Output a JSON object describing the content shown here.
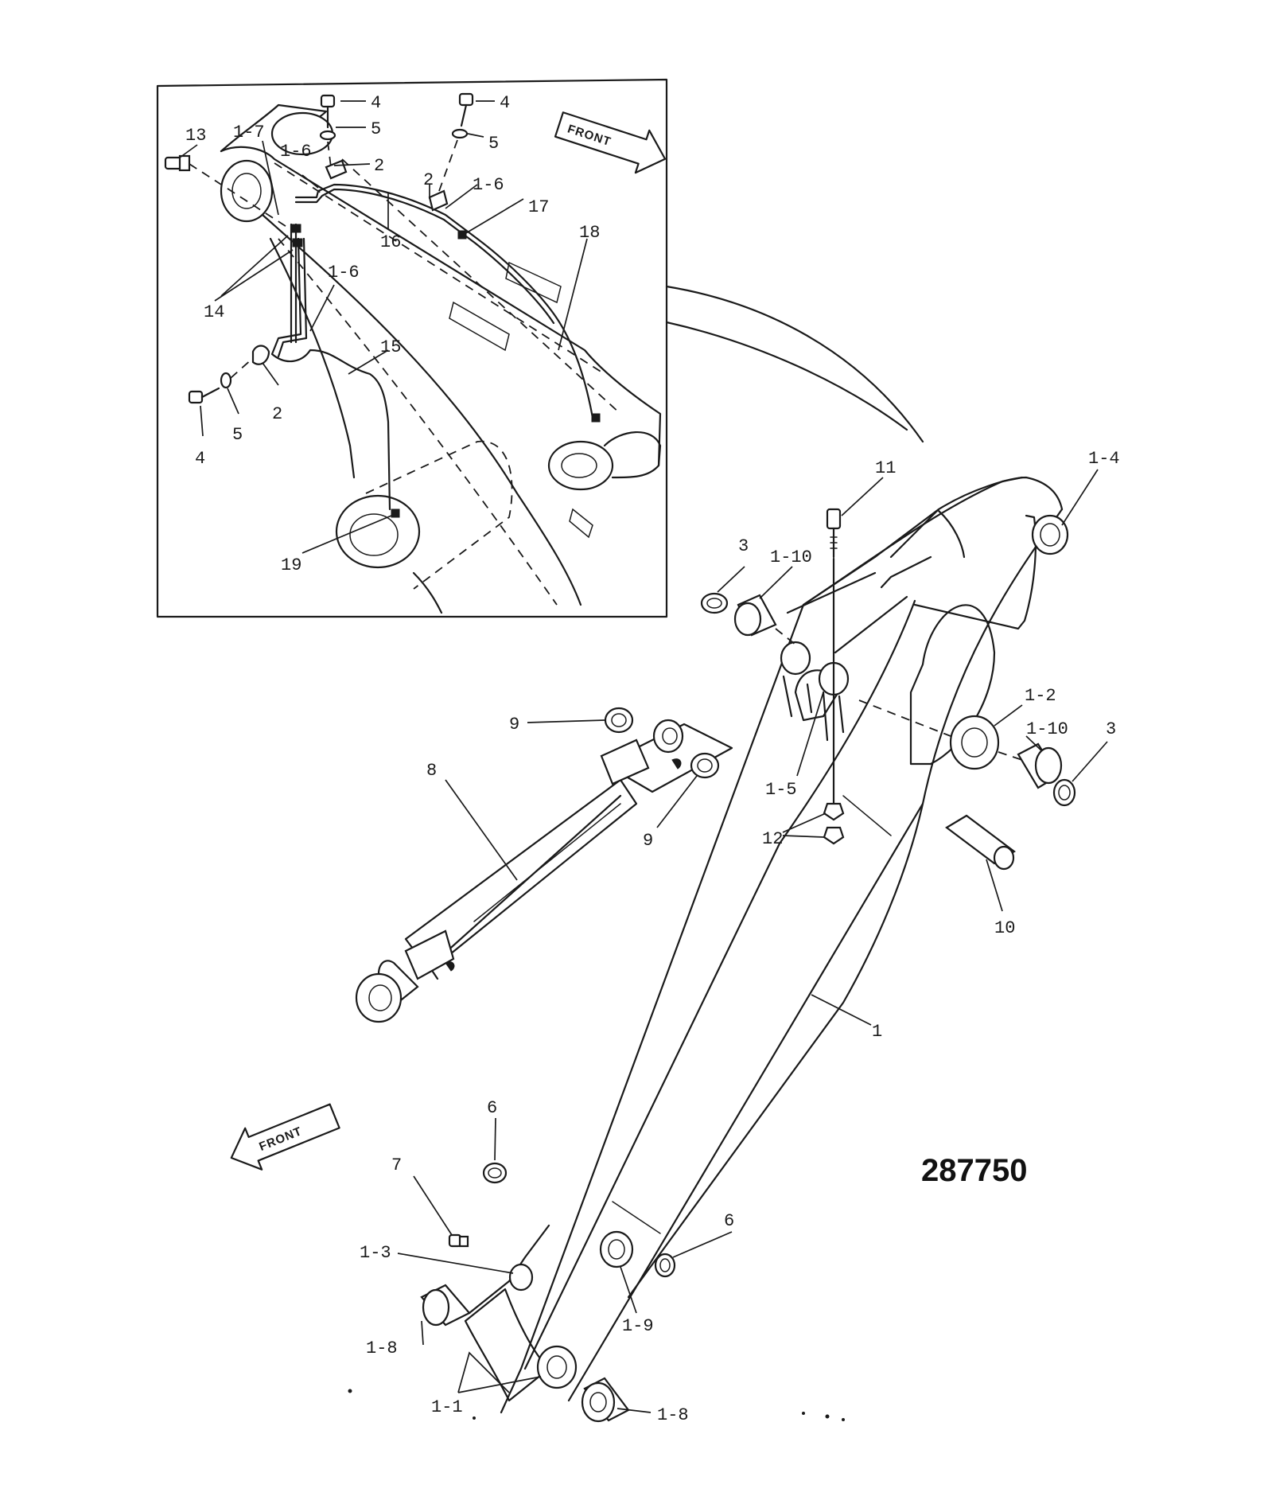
{
  "drawing_number": "287750",
  "direction_labels": {
    "inset": "FRONT",
    "main": "FRONT"
  },
  "callouts": {
    "c4a": "4",
    "c5a": "5",
    "c4b": "4",
    "c5b": "5",
    "c13": "13",
    "c1_7": "1-7",
    "c1_6a": "1-6",
    "c2a": "2",
    "c2b": "2",
    "c1_6b": "1-6",
    "c17": "17",
    "c16": "16",
    "c18": "18",
    "c14": "14",
    "c1_6c": "1-6",
    "c15": "15",
    "c4c": "4",
    "c5c": "5",
    "c2c": "2",
    "c19": "19",
    "c11": "11",
    "c1_4": "1-4",
    "c3a": "3",
    "c1_10a": "1-10",
    "c1_2": "1-2",
    "c1_10b": "1-10",
    "c3b": "3",
    "c9a": "9",
    "c9b": "9",
    "c8": "8",
    "c1_5": "1-5",
    "c12": "12",
    "c10": "10",
    "c1": "1",
    "c6a": "6",
    "c7": "7",
    "c1_3": "1-3",
    "c6b": "6",
    "c1_8a": "1-8",
    "c1_9": "1-9",
    "c1_1": "1-1",
    "c1_8b": "1-8"
  }
}
